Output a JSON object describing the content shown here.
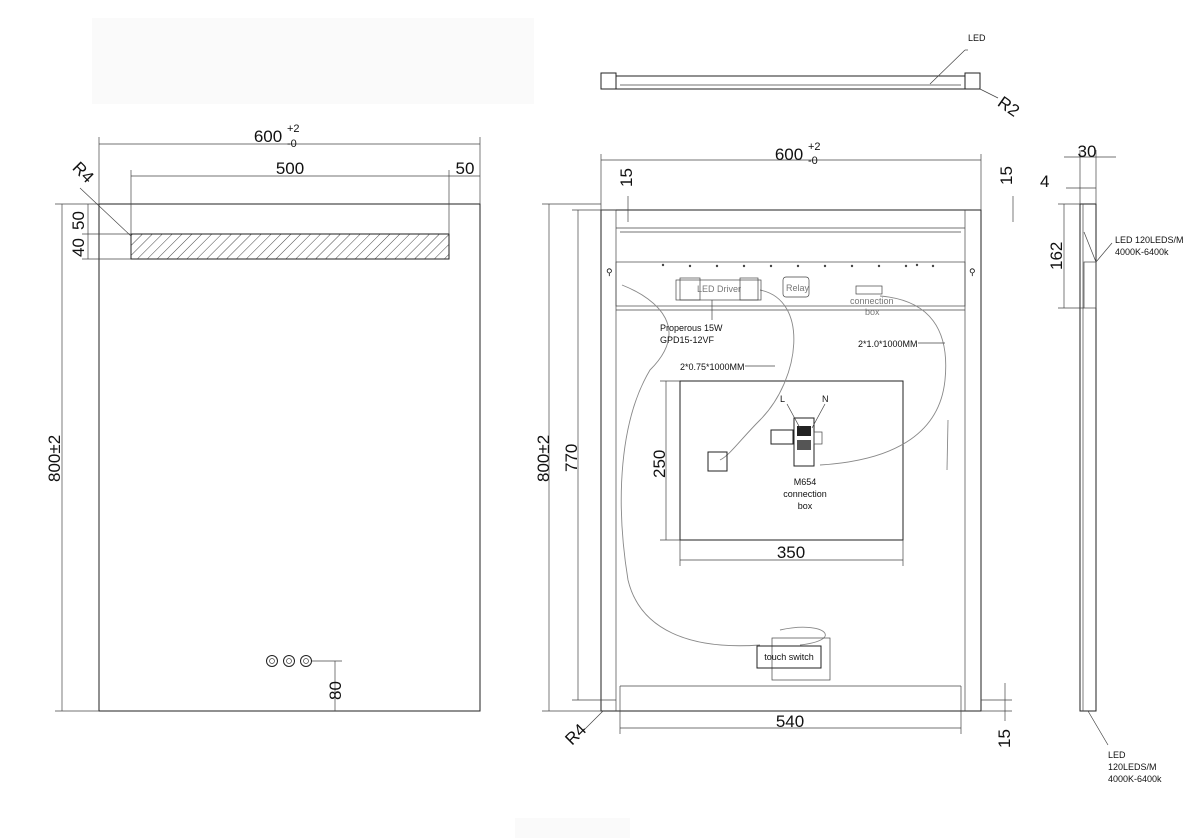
{
  "front_view": {
    "width_label": "600",
    "width_tol_upper": "+2",
    "width_tol_lower": "-0",
    "led_band_width": "500",
    "led_band_offset": "50",
    "led_band_top": "50",
    "led_band_height": "40",
    "corner_radius": "R4",
    "height_label": "800±2",
    "switch_offset": "80"
  },
  "top_view": {
    "led_label": "LED",
    "corner_radius": "R2"
  },
  "back_view": {
    "width_label": "600",
    "width_tol_upper": "+2",
    "width_tol_lower": "-0",
    "left_inset": "15",
    "right_inset": "15",
    "bottom_inset": "15",
    "height_label": "800±2",
    "inner_height": "770",
    "panel_height": "250",
    "panel_width": "350",
    "bottom_width": "540",
    "corner_radius": "R4",
    "led_driver_label": "LED Driver",
    "relay_label": "Relay",
    "connection_box_line1": "connection",
    "connection_box_line2": "box",
    "driver_spec_line1": "Properous 15W",
    "driver_spec_line2": "GPD15-12VF",
    "wire_left": "2*0.75*1000MM",
    "wire_right": "2*1.0*1000MM",
    "live_label": "L",
    "neutral_label": "N",
    "m654_line1": "M654",
    "m654_line2": "connection",
    "m654_line3": "box",
    "touch_switch_label": "touch switch"
  },
  "side_view": {
    "depth_label": "30",
    "led_depth": "4",
    "led_height": "162",
    "led_spec_top_line1": "LED 120LEDS/M",
    "led_spec_top_line2": "4000K-6400k",
    "led_spec_bottom_line1": "LED",
    "led_spec_bottom_line2": "120LEDS/M",
    "led_spec_bottom_line3": "4000K-6400k"
  }
}
